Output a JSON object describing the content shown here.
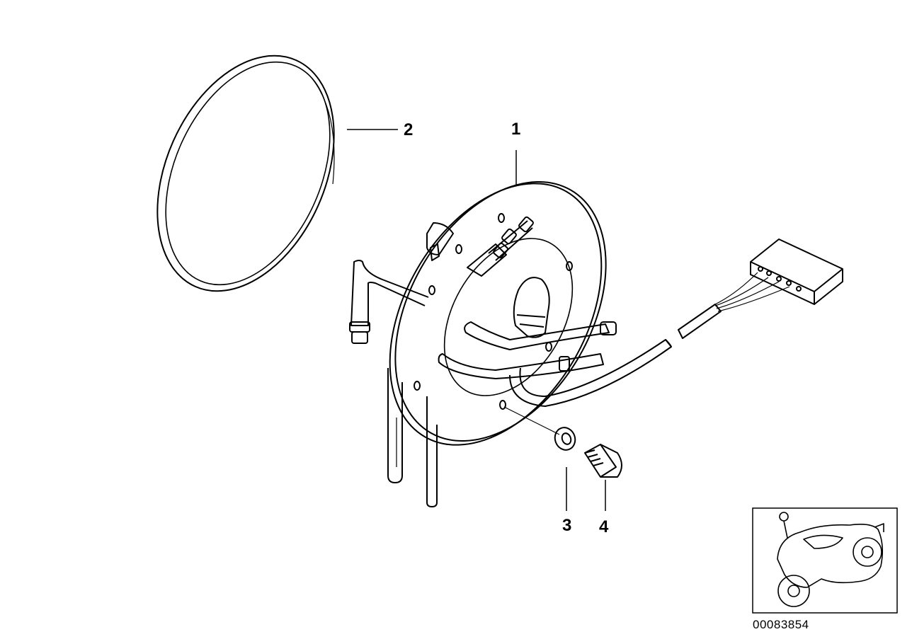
{
  "callouts": [
    {
      "id": "1",
      "label": "1",
      "part": "pump-flange-assembly"
    },
    {
      "id": "2",
      "label": "2",
      "part": "gasket-ring"
    },
    {
      "id": "3",
      "label": "3",
      "part": "washer"
    },
    {
      "id": "4",
      "label": "4",
      "part": "bolt"
    }
  ],
  "diagram_number": "00083854",
  "colors": {
    "line": "#000000",
    "background": "#ffffff"
  },
  "icons": {
    "thumbnail": "motorcycle-icon"
  }
}
